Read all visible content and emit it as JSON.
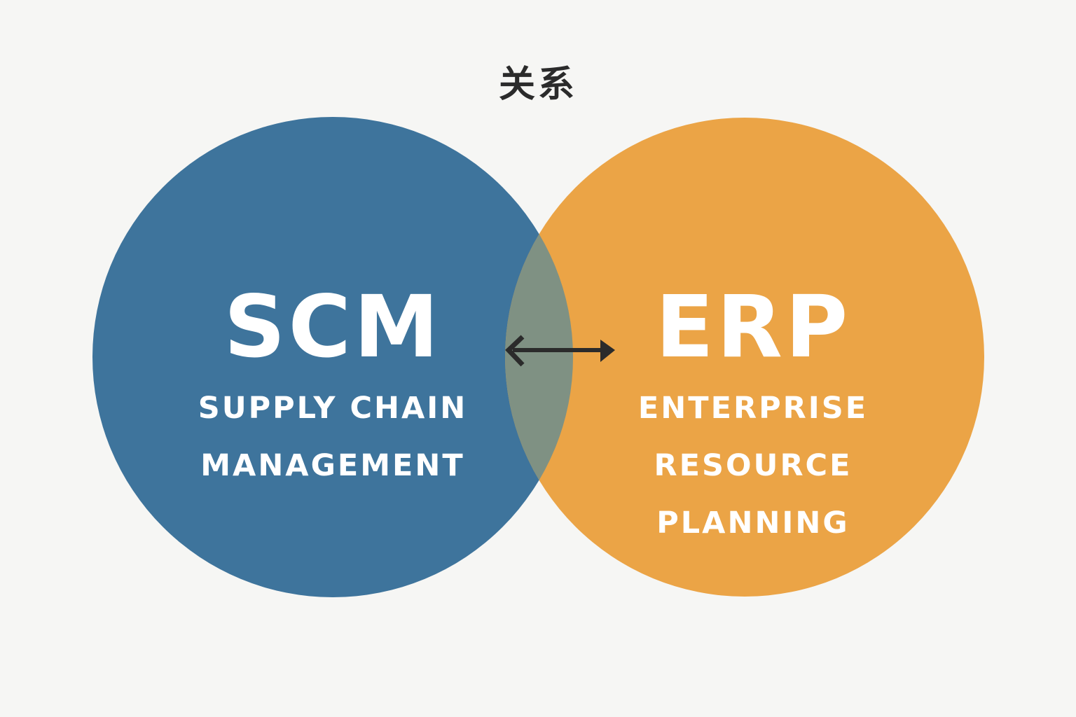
{
  "title": "关系",
  "colors": {
    "background": "#f6f6f4",
    "scm_circle": "#3e749c",
    "erp_circle": "#eba446",
    "overlap": "#7f9183",
    "arrow": "#2b2b2b",
    "label_text": "#ffffff"
  },
  "scm": {
    "abbreviation": "SCM",
    "full_name_lines": [
      "SUPPLY CHAIN",
      "MANAGEMENT"
    ]
  },
  "erp": {
    "abbreviation": "ERP",
    "full_name_lines": [
      "ENTERPRISE",
      "RESOURCE",
      "PLANNING"
    ]
  },
  "relationship": {
    "arrow_icon": "double-headed-arrow",
    "direction": "bidirectional"
  }
}
